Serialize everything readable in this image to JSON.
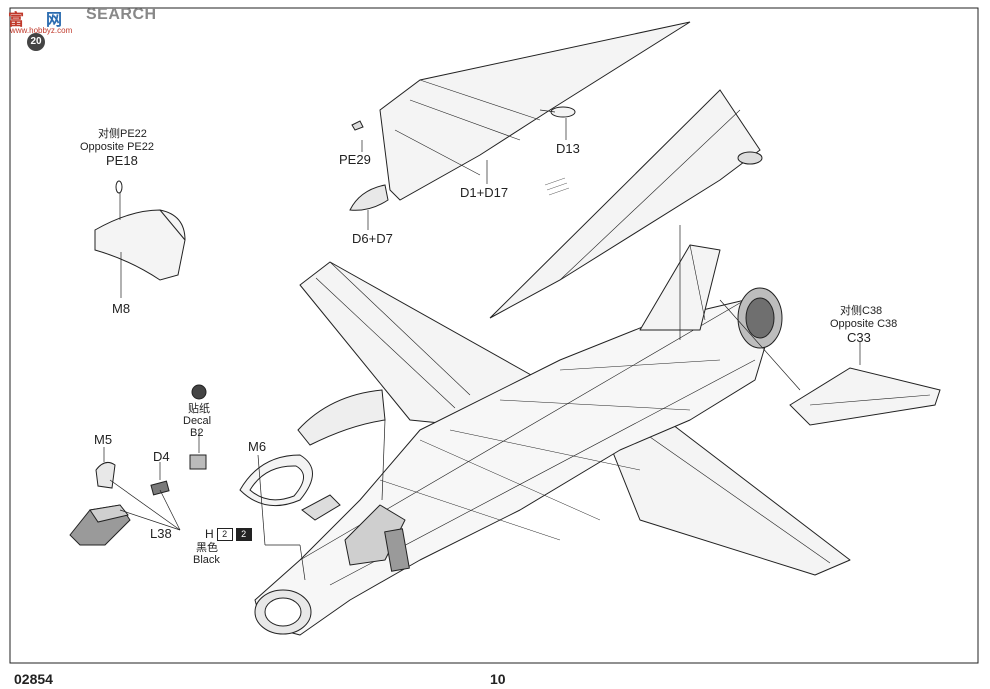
{
  "watermark": {
    "prefix": "富",
    "sub": "网",
    "brand": "SEARCH",
    "url": "www.hobbyz.com",
    "step_badge": "20"
  },
  "page": {
    "product_code": "02854",
    "page_number": "10"
  },
  "parts": {
    "pe22_cn": "对侧PE22",
    "pe22_en": "Opposite PE22",
    "pe18": "PE18",
    "m8": "M8",
    "pe29": "PE29",
    "d1_d17": "D1+D17",
    "d13": "D13",
    "d6_d7": "D6+D7",
    "c38_cn": "对侧C38",
    "c38_en": "Opposite C38",
    "c33": "C33",
    "decal_cn": "贴纸",
    "decal_en": "Decal",
    "b2": "B2",
    "m5": "M5",
    "d4": "D4",
    "l38": "L38",
    "m6": "M6",
    "paint_code": "H",
    "paint_num": "2",
    "paint_num2": "2",
    "paint_cn": "黑色",
    "paint_en": "Black"
  },
  "colors": {
    "line": "#222222",
    "fill_light": "#f4f4f4",
    "fill_mid": "#cfcfcf",
    "fill_dark": "#7a7a7a",
    "watermark_red": "#c0392b",
    "watermark_blue": "#2b6cb0",
    "watermark_gray": "#888888"
  }
}
